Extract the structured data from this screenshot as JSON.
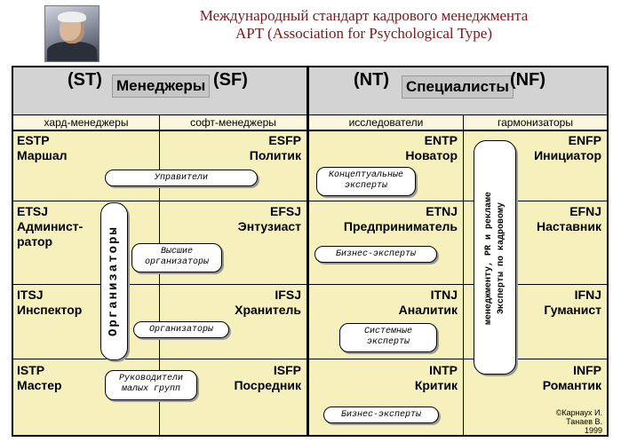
{
  "title": {
    "line1": "Международный стандарт кадрового менеджмента",
    "line2": "APT (Association for Psychological Type)"
  },
  "groups": {
    "st": "(ST)",
    "sf": "(SF)",
    "nt": "(NT)",
    "nf": "(NF)",
    "managers": "Менеджеры",
    "specialists": "Специалисты"
  },
  "subheaders": [
    "хард-менеджеры",
    "софт-менеджеры",
    "исследователи",
    "гармонизаторы"
  ],
  "rows": [
    {
      "cells": [
        {
          "code": "ESTP",
          "name": "Маршал"
        },
        {
          "code": "ESFP",
          "name": "Политик"
        },
        {
          "code": "ENTP",
          "name": "Новатор"
        },
        {
          "code": "ENFP",
          "name": "Инициатор"
        }
      ]
    },
    {
      "cells": [
        {
          "code": "ETSJ",
          "name": "Админист-",
          "name2": "ратор"
        },
        {
          "code": "EFSJ",
          "name": "Энтузиаст"
        },
        {
          "code": "ETNJ",
          "name": "Предприниматель"
        },
        {
          "code": "EFNJ",
          "name": "Наставник"
        }
      ]
    },
    {
      "cells": [
        {
          "code": "ITSJ",
          "name": "Инспектор"
        },
        {
          "code": "IFSJ",
          "name": "Хранитель"
        },
        {
          "code": "ITNJ",
          "name": "Аналитик"
        },
        {
          "code": "IFNJ",
          "name": "Гуманист"
        }
      ]
    },
    {
      "cells": [
        {
          "code": "ISTP",
          "name": "Мастер"
        },
        {
          "code": "ISFP",
          "name": "Посредник"
        },
        {
          "code": "INTP",
          "name": "Критик"
        },
        {
          "code": "INFP",
          "name": "Романтик"
        }
      ]
    }
  ],
  "callouts": {
    "upraviteli": "Управители",
    "vysshie_1": "Высшие",
    "vysshie_2": "организаторы",
    "organizatory_small": "Организаторы",
    "rukovoditeli_1": "Руководители",
    "rukovoditeli_2": "малых групп",
    "organizatory_vertical": "Организаторы",
    "konceptualnye_1": "Концептуальные",
    "konceptualnye_2": "эксперты",
    "biznes_1": "Бизнес-эксперты",
    "sistemnye_1": "Системные",
    "sistemnye_2": "эксперты",
    "biznes_2": "Бизнес-эксперты",
    "eksperty_vertical_1": "Эксперты по кадровому",
    "eksperty_vertical_2": "менеджменту, PR и рекламе"
  },
  "credit": {
    "line1": "©Карнаух И.",
    "line2": "Танаев В.",
    "line3": "1999"
  }
}
